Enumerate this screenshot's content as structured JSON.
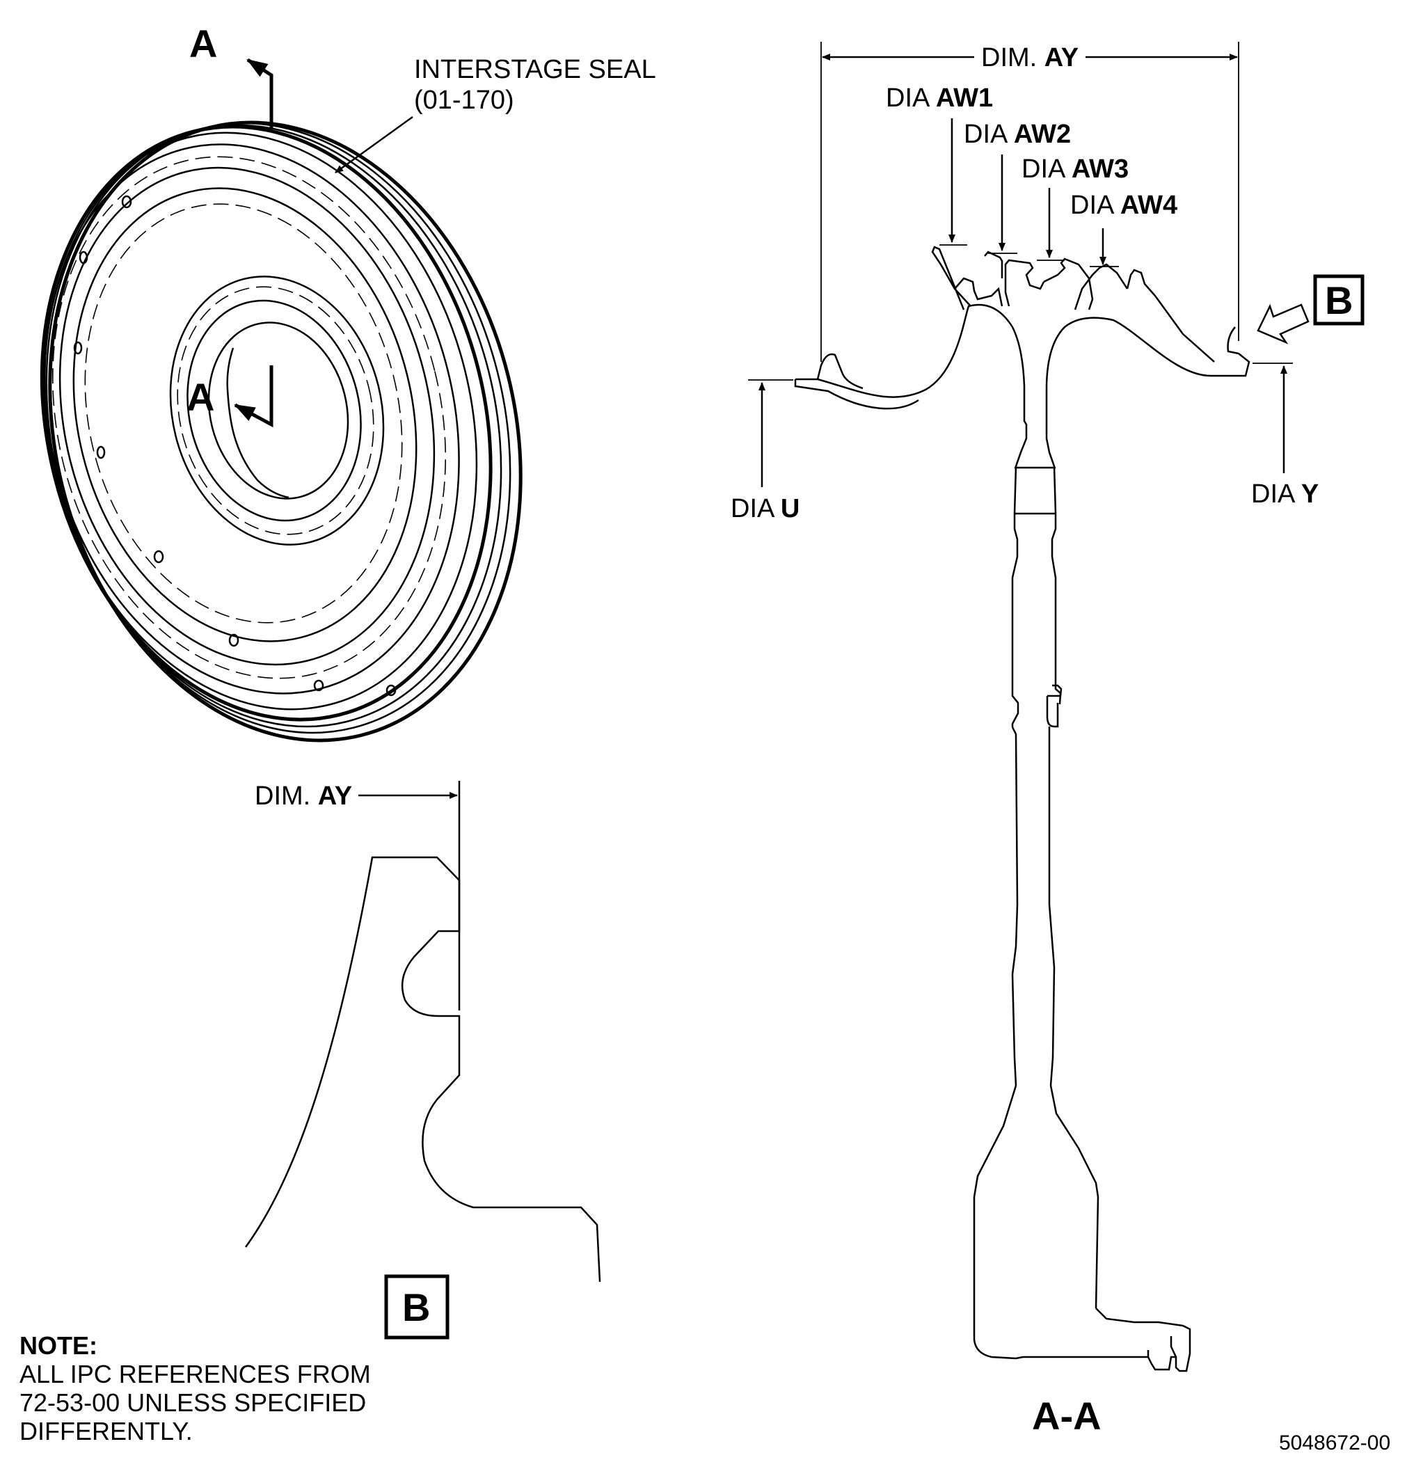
{
  "section_marker": "A",
  "part_callout": {
    "line1": "INTERSTAGE SEAL",
    "line2": "(01-170)"
  },
  "dim_ay": {
    "prefix": "DIM. ",
    "name": "AY"
  },
  "dia_prefix": "DIA ",
  "dia_aw1": "AW1",
  "dia_aw2": "AW2",
  "dia_aw3": "AW3",
  "dia_aw4": "AW4",
  "dia_u": "U",
  "dia_y": "Y",
  "detail_view": "B",
  "section_title": "A-A",
  "note": {
    "heading": "NOTE:",
    "lines": [
      "ALL IPC REFERENCES FROM",
      "72-53-00 UNLESS SPECIFIED",
      "DIFFERENTLY."
    ]
  },
  "figure_number": "5048672-00"
}
